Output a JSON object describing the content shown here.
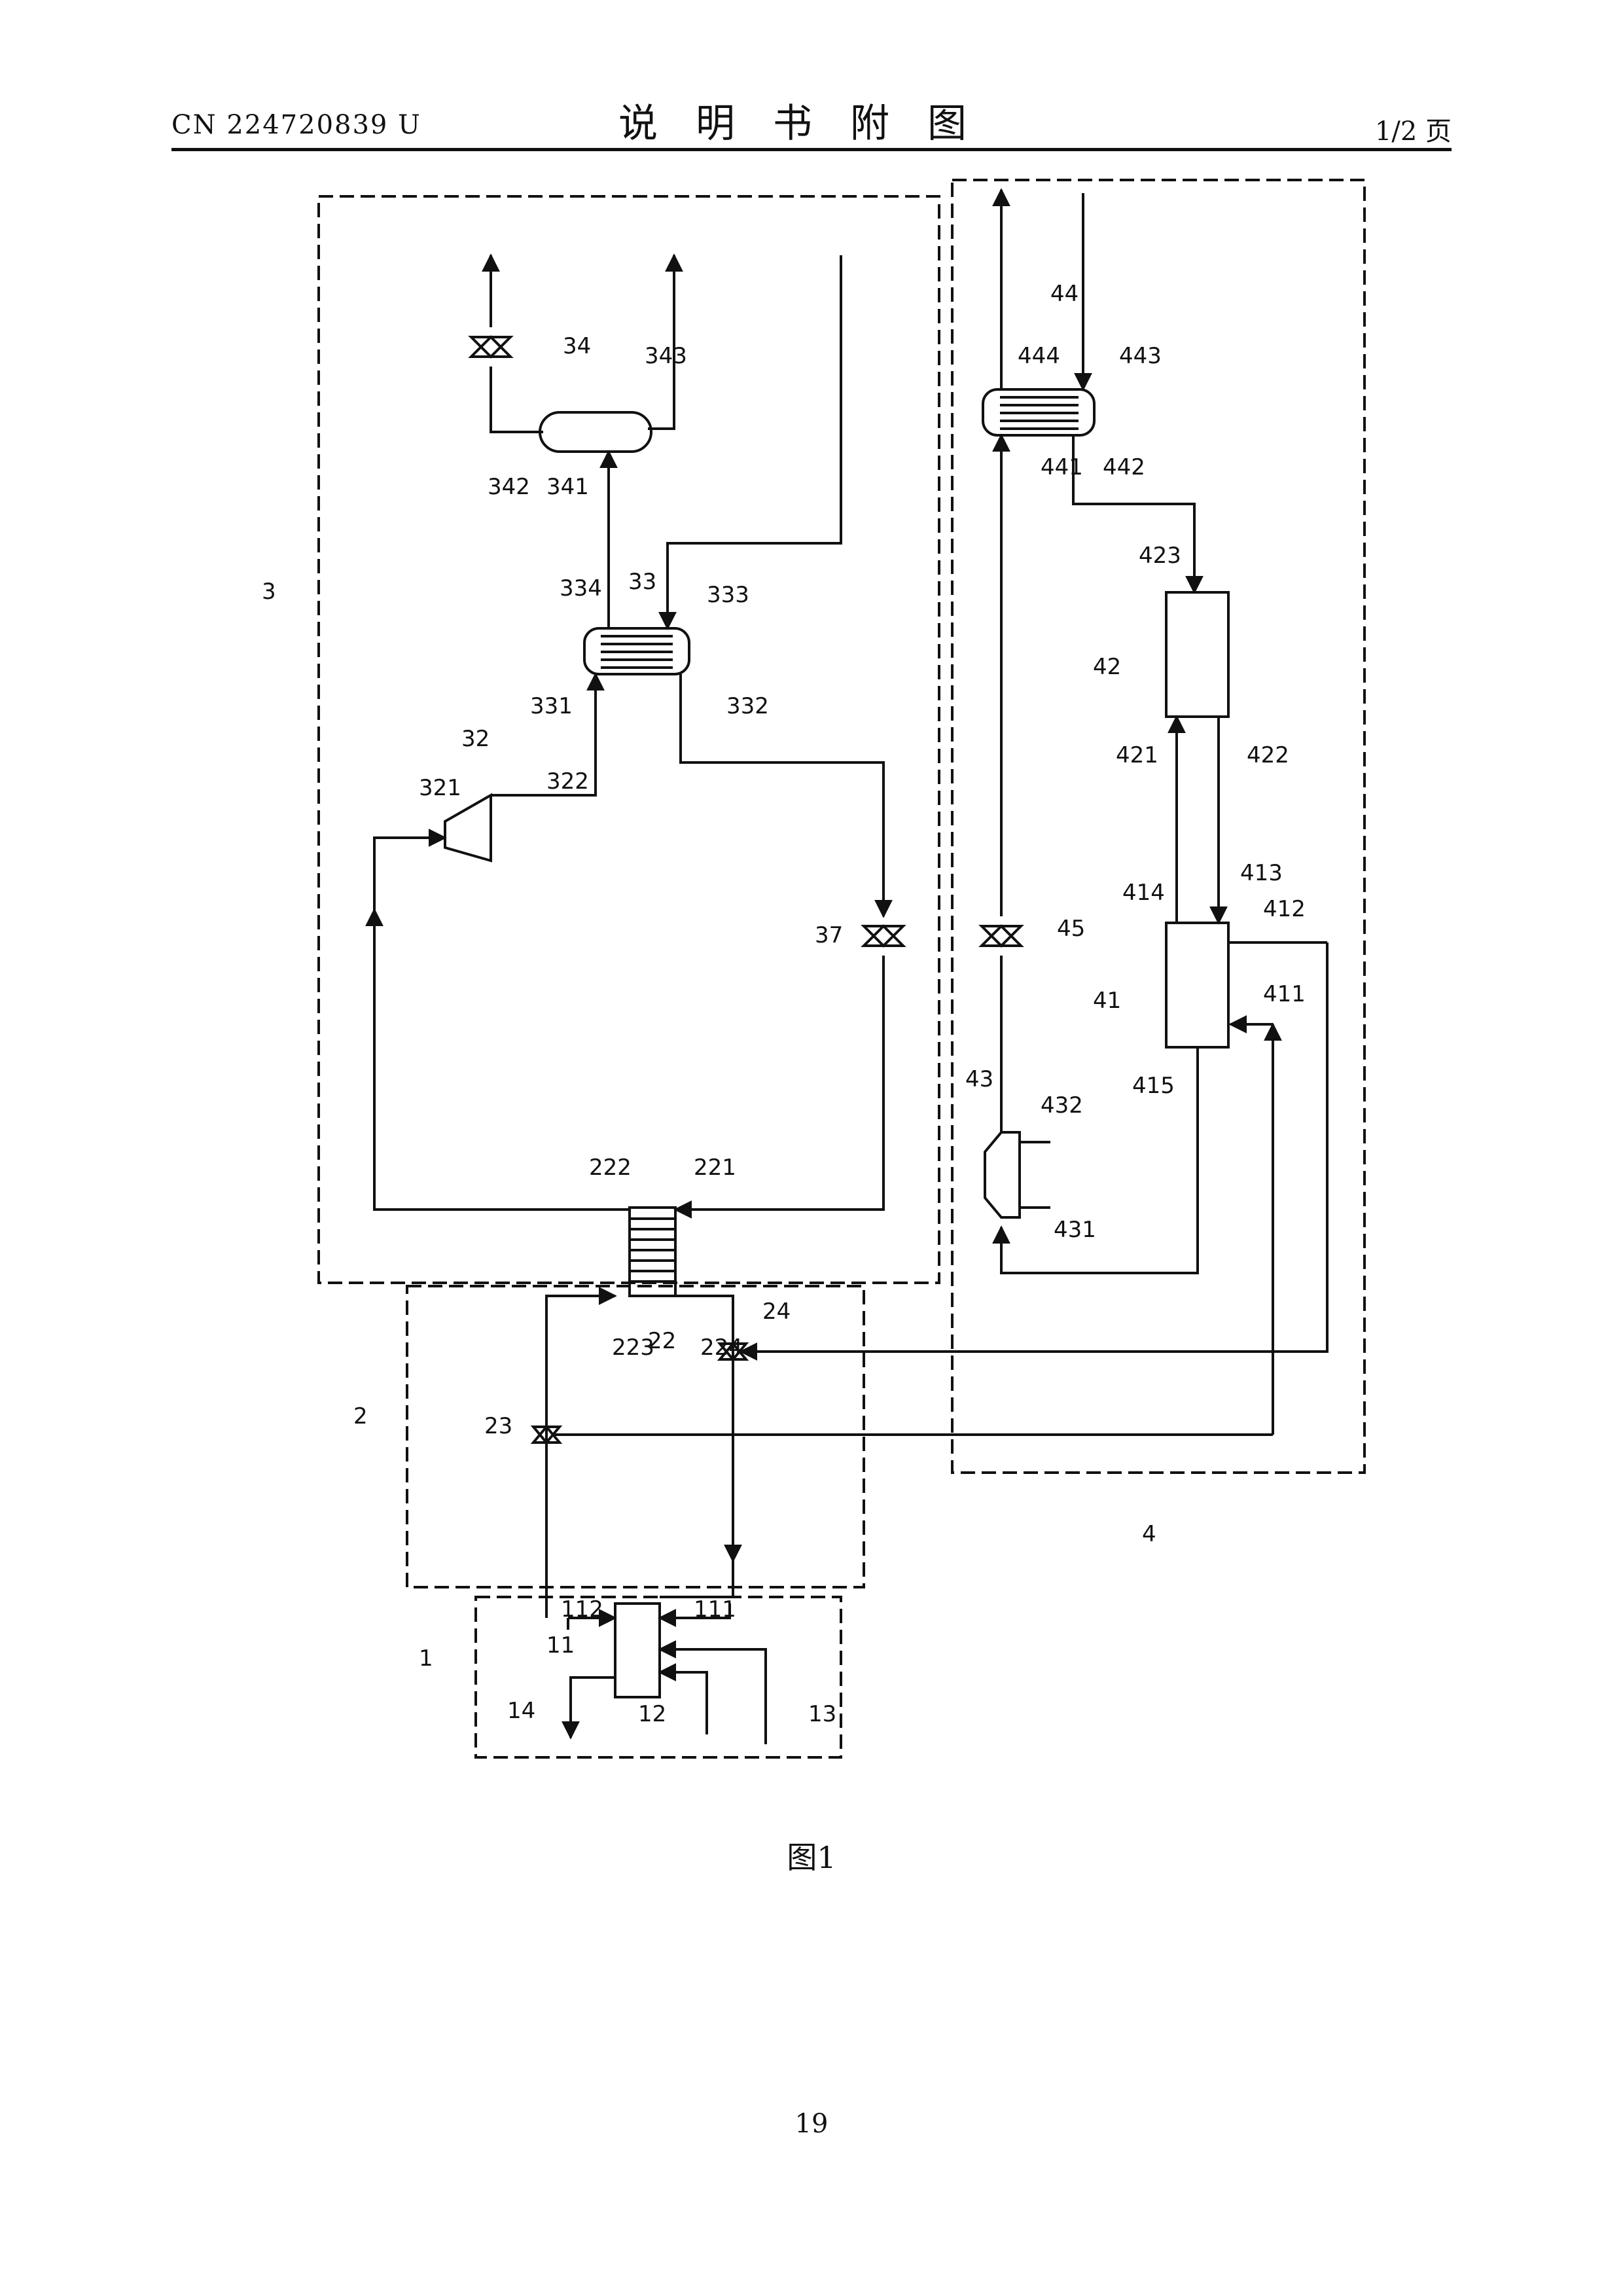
{
  "header": {
    "publication_number": "CN 224720839 U",
    "title": "说明书附图",
    "page_of": "1/2 页"
  },
  "figure": {
    "caption": "图1",
    "labels": [
      "1",
      "2",
      "3",
      "4",
      "11",
      "12",
      "13",
      "14",
      "111",
      "112",
      "22",
      "23",
      "24",
      "221",
      "222",
      "223",
      "224",
      "32",
      "33",
      "34",
      "37",
      "321",
      "322",
      "331",
      "332",
      "333",
      "334",
      "341",
      "342",
      "343",
      "41",
      "42",
      "43",
      "44",
      "45",
      "411",
      "412",
      "413",
      "414",
      "415",
      "421",
      "422",
      "423",
      "431",
      "432",
      "441",
      "442",
      "443",
      "444"
    ]
  },
  "footer": {
    "page_number": "19"
  },
  "colors": {
    "line": "#111111",
    "background": "#ffffff"
  }
}
